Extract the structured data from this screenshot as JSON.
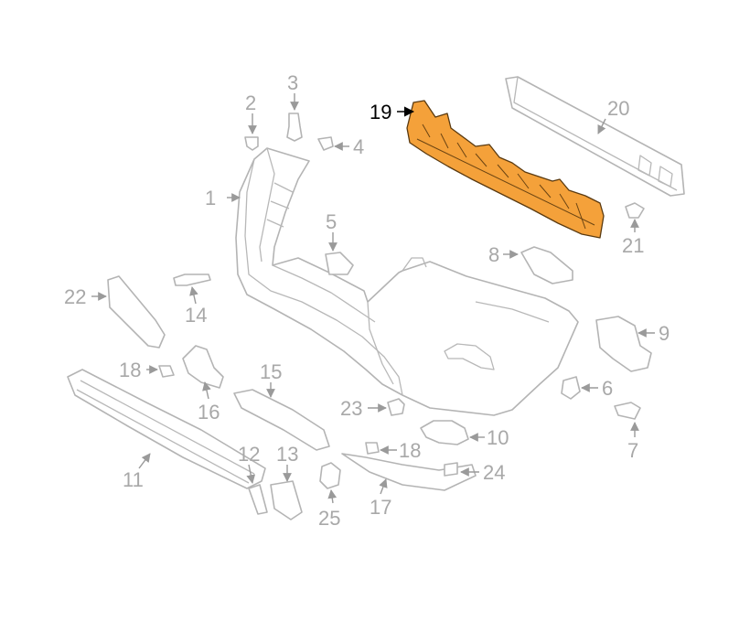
{
  "diagram": {
    "highlight_color": "#f4a13a",
    "line_color": "#b4b4b4",
    "callouts": [
      {
        "id": "1",
        "label": "1"
      },
      {
        "id": "2",
        "label": "2"
      },
      {
        "id": "3",
        "label": "3"
      },
      {
        "id": "4",
        "label": "4"
      },
      {
        "id": "5",
        "label": "5"
      },
      {
        "id": "6",
        "label": "6"
      },
      {
        "id": "7",
        "label": "7"
      },
      {
        "id": "8",
        "label": "8"
      },
      {
        "id": "9",
        "label": "9"
      },
      {
        "id": "10",
        "label": "10"
      },
      {
        "id": "11",
        "label": "11"
      },
      {
        "id": "12",
        "label": "12"
      },
      {
        "id": "13",
        "label": "13"
      },
      {
        "id": "14",
        "label": "14"
      },
      {
        "id": "15",
        "label": "15"
      },
      {
        "id": "16",
        "label": "16"
      },
      {
        "id": "17",
        "label": "17"
      },
      {
        "id": "18a",
        "label": "18"
      },
      {
        "id": "18b",
        "label": "18"
      },
      {
        "id": "19",
        "label": "19",
        "highlighted": true
      },
      {
        "id": "20",
        "label": "20"
      },
      {
        "id": "21",
        "label": "21"
      },
      {
        "id": "22",
        "label": "22"
      },
      {
        "id": "23",
        "label": "23"
      },
      {
        "id": "24",
        "label": "24"
      },
      {
        "id": "25",
        "label": "25"
      }
    ]
  }
}
